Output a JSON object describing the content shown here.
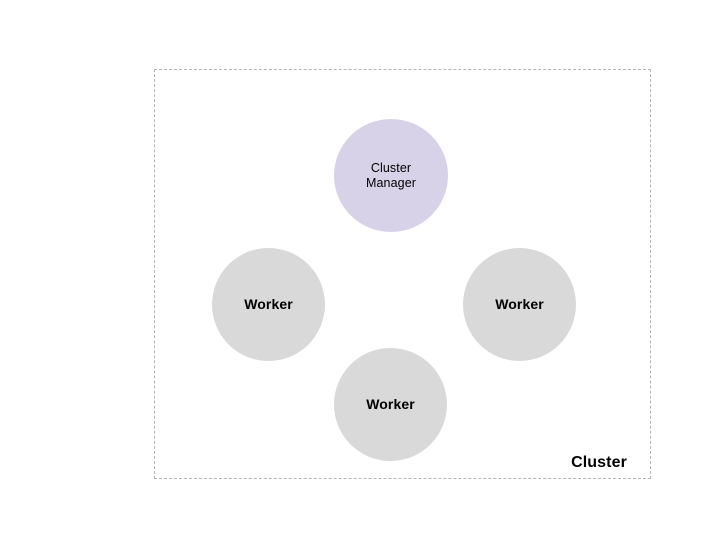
{
  "diagram": {
    "background_color": "#ffffff",
    "boundary": {
      "name": "Cluster",
      "caption": "Cluster",
      "style": "dashed",
      "border_color": "#b4b4b4"
    },
    "nodes": [
      {
        "id": "cluster-manager",
        "label": "Cluster\nManager",
        "role": "manager",
        "shape": "circle",
        "fill": "#d8d2e8"
      },
      {
        "id": "worker-left",
        "label": "Worker",
        "role": "worker",
        "shape": "circle",
        "fill": "#d9d9d9"
      },
      {
        "id": "worker-right",
        "label": "Worker",
        "role": "worker",
        "shape": "circle",
        "fill": "#d9d9d9"
      },
      {
        "id": "worker-bottom",
        "label": "Worker",
        "role": "worker",
        "shape": "circle",
        "fill": "#d9d9d9"
      }
    ]
  }
}
